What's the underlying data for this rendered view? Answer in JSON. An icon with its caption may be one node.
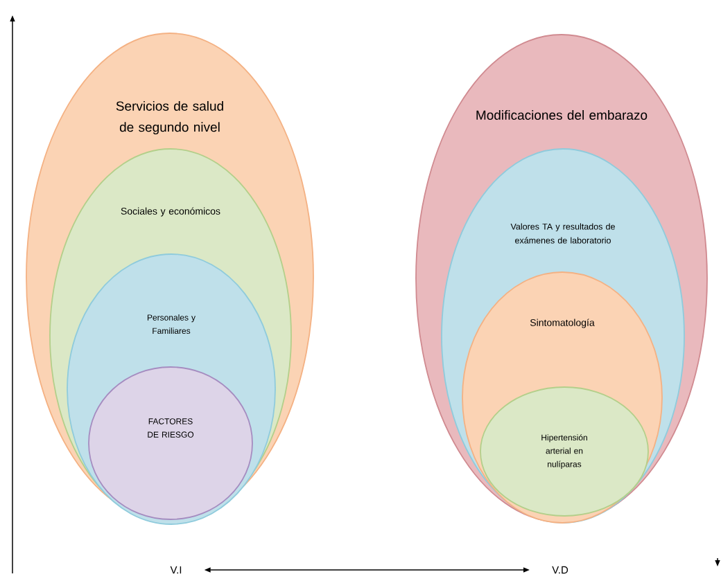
{
  "diagram": {
    "nodes": [
      {
        "text": [
          "Servicios de salud de segundo nivel"
        ]
      },
      {
        "text": [
          "Sociales y económicos"
        ],
        "in": 0
      },
      {
        "text": [
          "Personales y Familiares"
        ],
        "in": 1
      },
      {
        "text": [
          "FACTORES DE RIESGO"
        ],
        "in": 2
      },
      {
        "text": [
          "Modificaciones del embarazo"
        ]
      },
      {
        "text": [
          "Valores TA y resultados de exámenes de laboratorio"
        ],
        "in": 4
      },
      {
        "text": [
          "Sintomatología"
        ],
        "in": 5
      },
      {
        "text": [
          "Hipertensión arterial en nulíparas"
        ],
        "in": 6
      },
      {
        "text": [
          "V.I"
        ]
      },
      {
        "text": [
          "V.D"
        ]
      }
    ],
    "edges": [
      {
        "from": 8,
        "to": 9,
        "arrow": "both"
      }
    ]
  }
}
